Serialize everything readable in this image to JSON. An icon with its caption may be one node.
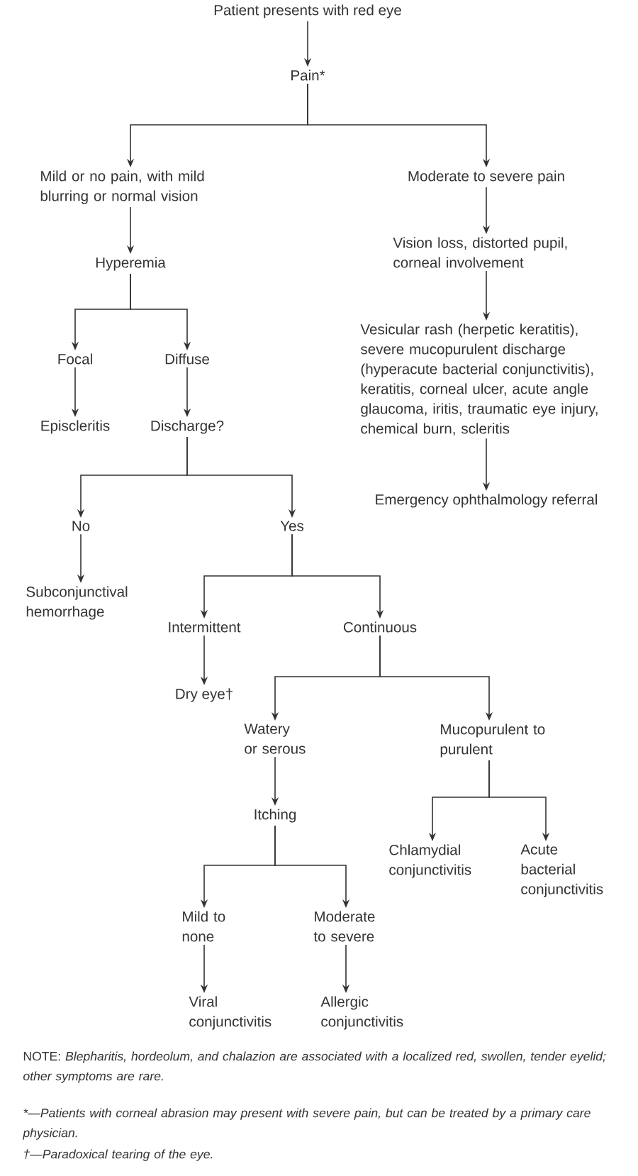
{
  "diagram": {
    "nodes": [
      {
        "text": [
          "Patient presents with red eye"
        ]
      },
      {
        "text": [
          "Pain*"
        ]
      },
      {
        "text": [
          "Mild or no pain, with mild blurring or normal vision"
        ]
      },
      {
        "text": [
          "Moderate to severe pain"
        ]
      },
      {
        "text": [
          "Vision loss, distorted pupil, corneal involvement"
        ]
      },
      {
        "text": [
          "Vesicular rash (herpetic keratitis), severe mucopurulent discharge (hyperacute bacterial conjunctivitis), keratitis, corneal ulcer, acute angle glaucoma, iritis, traumatic eye injury, chemical burn, scleritis"
        ]
      },
      {
        "text": [
          "Emergency ophthalmology referral"
        ]
      },
      {
        "text": [
          "Hyperemia"
        ]
      },
      {
        "text": [
          "Focal"
        ]
      },
      {
        "text": [
          "Diffuse"
        ]
      },
      {
        "text": [
          "Episcleritis"
        ]
      },
      {
        "text": [
          "Discharge?"
        ]
      },
      {
        "text": [
          "No"
        ]
      },
      {
        "text": [
          "Yes"
        ]
      },
      {
        "text": [
          "Subconjunctival hemorrhage"
        ]
      },
      {
        "text": [
          "Intermittent"
        ]
      },
      {
        "text": [
          "Continuous"
        ]
      },
      {
        "text": [
          "Dry eye†"
        ]
      },
      {
        "text": [
          "Watery or serous"
        ]
      },
      {
        "text": [
          "Mucopurulent to purulent"
        ]
      },
      {
        "text": [
          "Itching"
        ]
      },
      {
        "text": [
          "Chlamydial conjunctivitis"
        ]
      },
      {
        "text": [
          "Acute bacterial conjunctivitis"
        ]
      },
      {
        "text": [
          "Mild to none"
        ]
      },
      {
        "text": [
          "Moderate to severe"
        ]
      },
      {
        "text": [
          "Viral conjunctivitis"
        ]
      },
      {
        "text": [
          "Allergic conjunctivitis"
        ]
      }
    ],
    "edges": [
      {
        "from": 0,
        "to": 1,
        "arrow": "to"
      },
      {
        "from": 1,
        "to": 2,
        "arrow": "to"
      },
      {
        "from": 1,
        "to": 3,
        "arrow": "to"
      },
      {
        "from": 3,
        "to": 4,
        "arrow": "to"
      },
      {
        "from": 4,
        "to": 5,
        "arrow": "to"
      },
      {
        "from": 5,
        "to": 6,
        "arrow": "to"
      },
      {
        "from": 2,
        "to": 7,
        "arrow": "to"
      },
      {
        "from": 7,
        "to": 8,
        "arrow": "to"
      },
      {
        "from": 7,
        "to": 9,
        "arrow": "to"
      },
      {
        "from": 8,
        "to": 10,
        "arrow": "to"
      },
      {
        "from": 9,
        "to": 11,
        "arrow": "to"
      },
      {
        "from": 11,
        "to": 12,
        "arrow": "to"
      },
      {
        "from": 11,
        "to": 13,
        "arrow": "to"
      },
      {
        "from": 12,
        "to": 14,
        "arrow": "to"
      },
      {
        "from": 13,
        "to": 15,
        "arrow": "to"
      },
      {
        "from": 13,
        "to": 16,
        "arrow": "to"
      },
      {
        "from": 15,
        "to": 17,
        "arrow": "to"
      },
      {
        "from": 16,
        "to": 18,
        "arrow": "to"
      },
      {
        "from": 16,
        "to": 19,
        "arrow": "to"
      },
      {
        "from": 18,
        "to": 20,
        "arrow": "to"
      },
      {
        "from": 19,
        "to": 21,
        "arrow": "to"
      },
      {
        "from": 19,
        "to": 22,
        "arrow": "to"
      },
      {
        "from": 20,
        "to": 23,
        "arrow": "to"
      },
      {
        "from": 20,
        "to": 24,
        "arrow": "to"
      },
      {
        "from": 23,
        "to": 25,
        "arrow": "to"
      },
      {
        "from": 24,
        "to": 26,
        "arrow": "to"
      }
    ],
    "labels": [
      "NOTE: *Blepharitis, hordeolum, and chalazion are associated with a localized red, swollen, tender eyelid; other symptoms are rare.*",
      "*—Patients with corneal abrasion may present with severe pain, but can be treated by a primary care physician.",
      "†—Paradoxical tearing of the eye."
    ]
  }
}
